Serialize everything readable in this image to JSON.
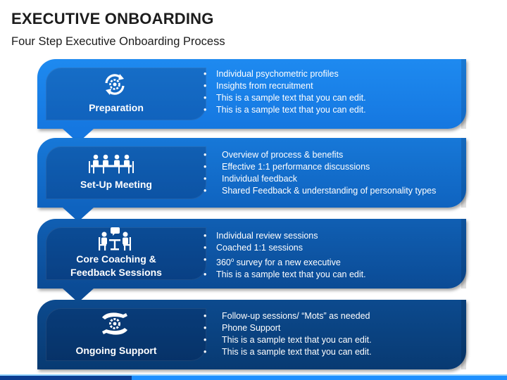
{
  "title": "EXECUTIVE ONBOARDING",
  "subtitle": "Four Step Executive Onboarding Process",
  "steps": [
    {
      "label": "Preparation",
      "icon": "cycle-gear-icon",
      "bullets": [
        "Individual psychometric profiles",
        "Insights from recruitment",
        "This is a sample text that you can edit.",
        "This is a sample text that you can edit."
      ]
    },
    {
      "label": "Set-Up Meeting",
      "icon": "meeting-table-icon",
      "bullets": [
        "Overview of process & benefits",
        "Effective 1:1 performance discussions",
        "Individual feedback",
        "Shared Feedback & understanding of personality types"
      ]
    },
    {
      "label_line1": "Core Coaching &",
      "label_line2": "Feedback Sessions",
      "icon": "coaching-conversation-icon",
      "bullets": [
        "Individual review sessions",
        "Coached 1:1 sessions",
        "survey for a new executive",
        "This is a sample text that you can edit."
      ],
      "bullet3_prefix": "360",
      "bullet3_sup": "o"
    },
    {
      "label": "Ongoing Support",
      "icon": "hands-gear-icon",
      "bullets": [
        "Follow-up sessions/ “Mots” as needed",
        "Phone Support",
        "This is a sample text that you can edit.",
        "This is a sample text that you can edit."
      ]
    }
  ]
}
